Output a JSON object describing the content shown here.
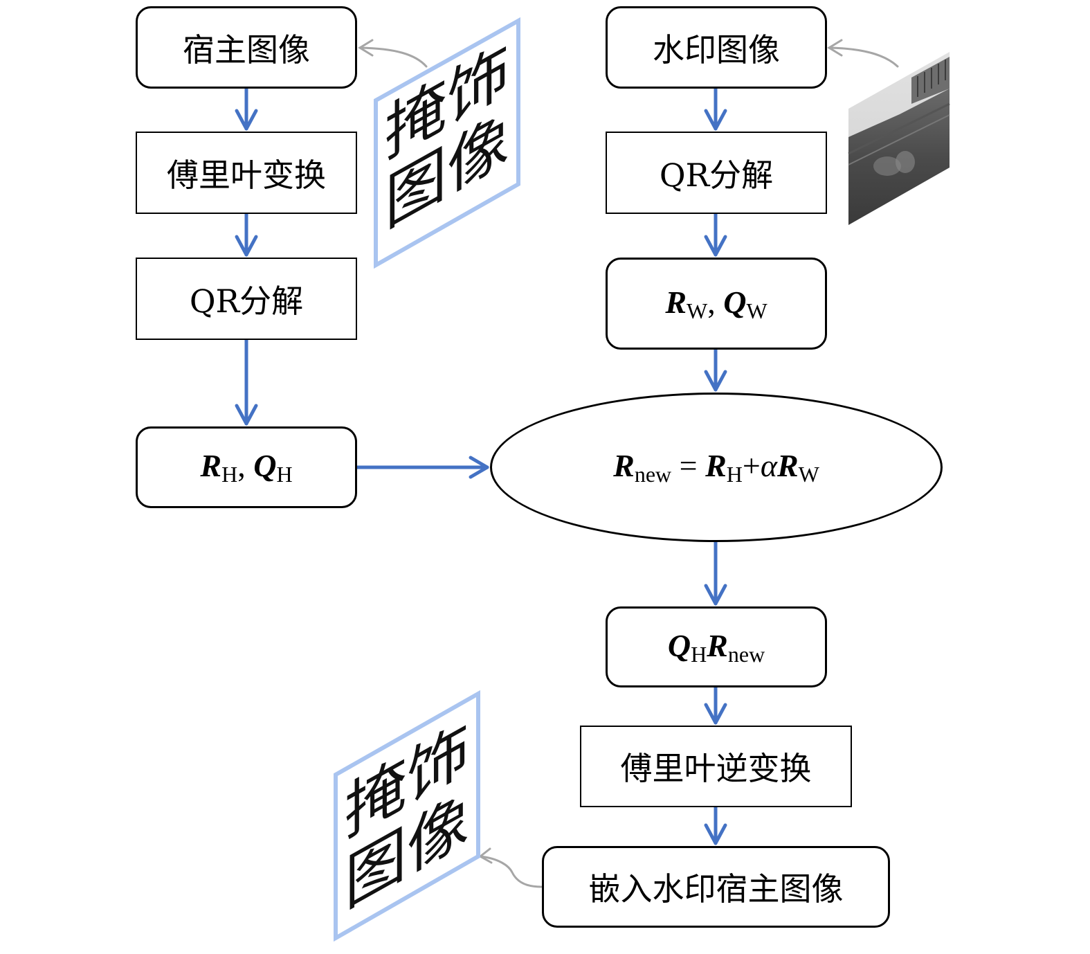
{
  "diagram": {
    "type": "flowchart",
    "colors": {
      "arrow": "#4472c4",
      "image_frame": "#a9c4f0",
      "annotation_arrow": "#a6a6a6",
      "node_border": "#000000"
    },
    "left_column": {
      "host_image": "宿主图像",
      "fourier": "傅里叶变换",
      "qr": "QR分解",
      "rh_qh": {
        "r": "R",
        "r_sub": "H",
        "sep": ", ",
        "q": "Q",
        "q_sub": "H"
      }
    },
    "right_column": {
      "watermark_image": "水印图像",
      "qr": "QR分解",
      "rw_qw": {
        "r": "R",
        "r_sub": "W",
        "sep": ", ",
        "q": "Q",
        "q_sub": "W"
      },
      "formula": {
        "lhs": "R",
        "lhs_sub": "new",
        "eq": " = ",
        "r1": "R",
        "r1_sub": "H",
        "plus": "+",
        "alpha": "α",
        "r2": "R",
        "r2_sub": "W"
      },
      "qh_rnew": {
        "q": "Q",
        "q_sub": "H",
        "r": "R",
        "r_sub": "new"
      },
      "inverse_fourier": "傅里叶逆变换",
      "embedded": "嵌入水印宿主图像"
    },
    "images": {
      "host_image_text": [
        "掩",
        "饰",
        "图",
        "像"
      ],
      "output_image_text": [
        "掩",
        "饰",
        "图",
        "像"
      ],
      "watermark_image_desc": "grayscale landscape photo"
    }
  }
}
